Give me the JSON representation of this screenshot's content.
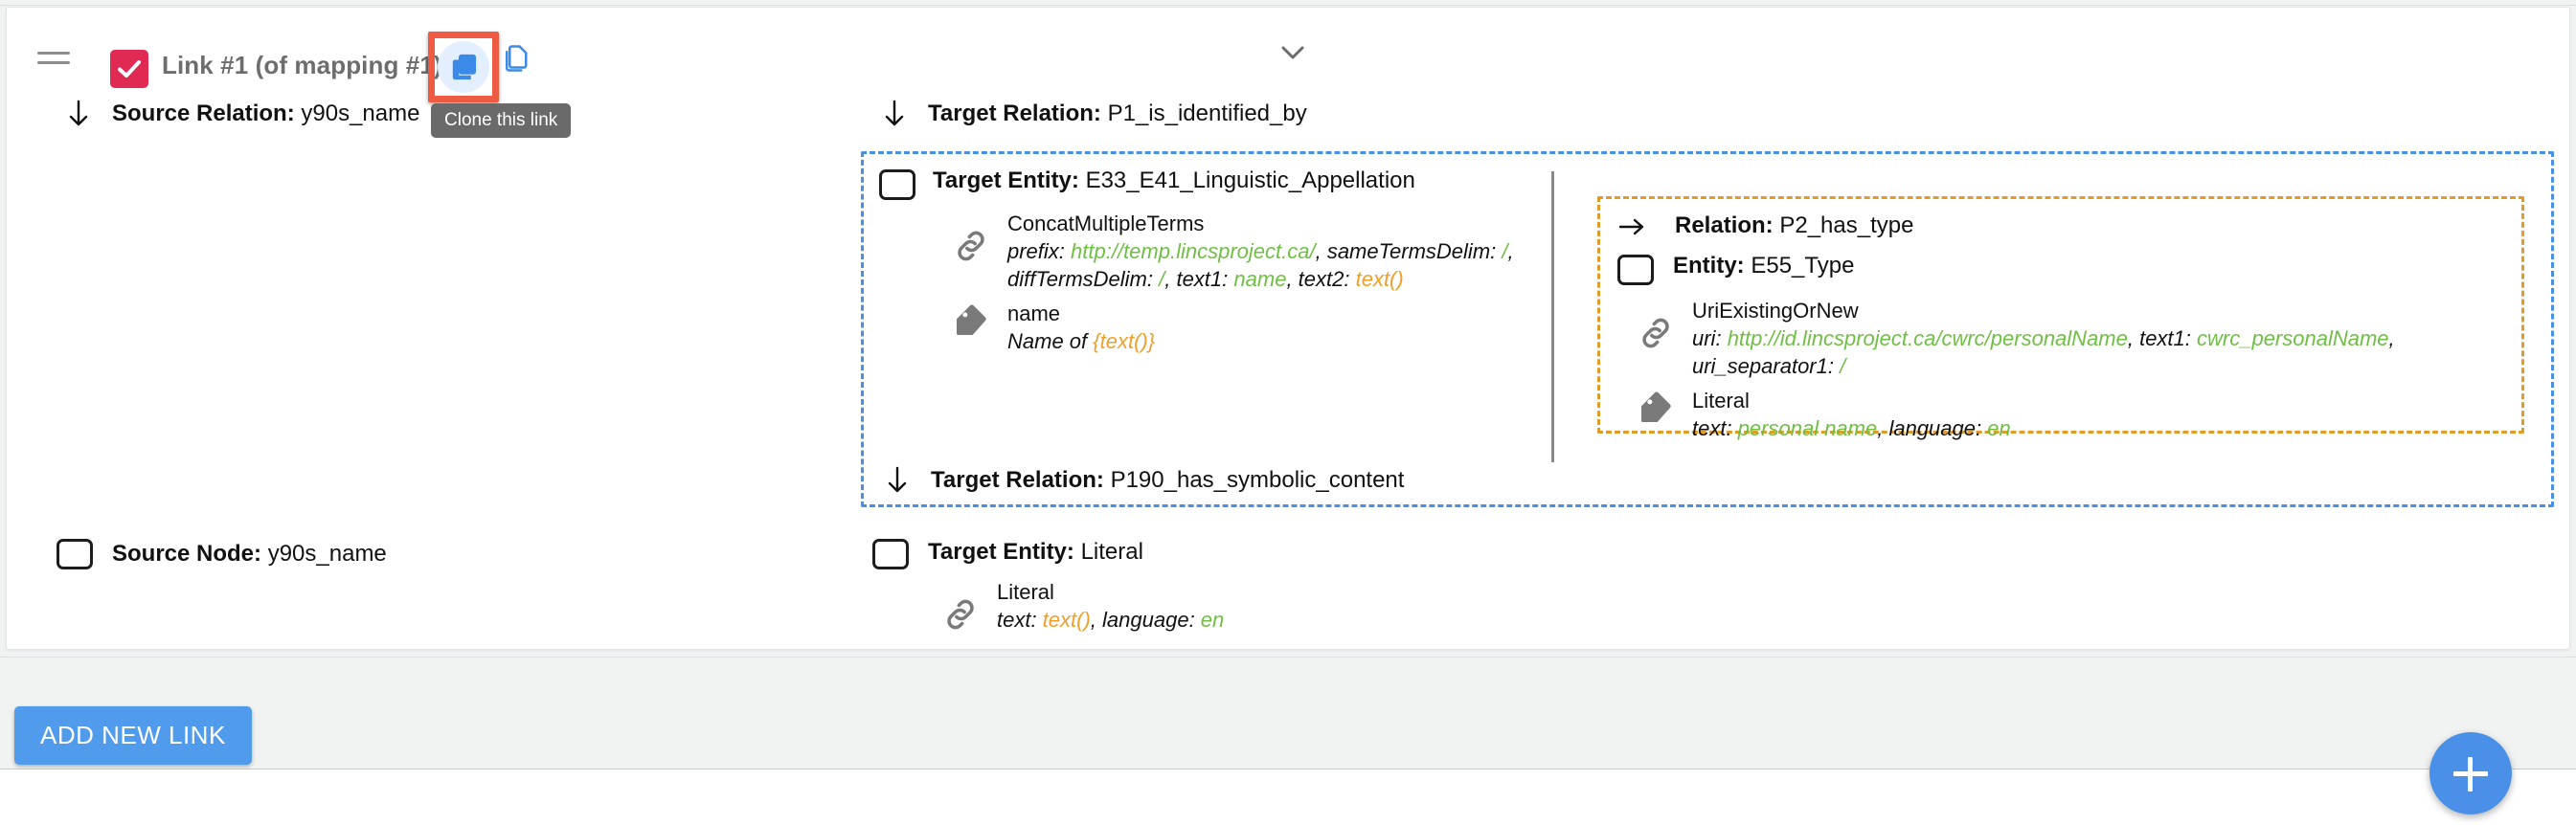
{
  "header": {
    "drag_handle_icon": "drag-handle-icon",
    "checkbox_state": "checked",
    "title": "Link #1 (of mapping #1)",
    "clone_icon": "copy-filled-icon",
    "duplicate_icon": "copy-outline-icon",
    "tooltip": "Clone this link",
    "collapse_icon": "chevron-down-icon",
    "highlight_color": "#ef5b42",
    "checkbox_color": "#e12a53"
  },
  "source_relation": {
    "icon": "arrow-down-icon",
    "label": "Source Relation:",
    "value": "y90s_name"
  },
  "target_relation_1": {
    "icon": "arrow-down-icon",
    "label": "Target Relation:",
    "value": "P1_is_identified_by"
  },
  "target_entity_1": {
    "checkbox_state": "unchecked",
    "label": "Target Entity:",
    "value": "E33_E41_Linguistic_Appellation",
    "details": [
      {
        "icon": "link-icon",
        "head": "ConcatMultipleTerms",
        "args": [
          {
            "key": "prefix: ",
            "val": "http://temp.lincsproject.ca/",
            "color": "green"
          },
          {
            "key": ", sameTermsDelim: ",
            "val": "/",
            "color": "green"
          },
          {
            "key": ", diffTermsDelim: ",
            "val": "/",
            "color": "green"
          },
          {
            "key": ", text1: ",
            "val": "name",
            "color": "green"
          },
          {
            "key": ", text2: ",
            "val": "text()",
            "color": "orange"
          }
        ]
      },
      {
        "icon": "tag-icon",
        "head": "name",
        "args": [
          {
            "key": "Name of ",
            "val": "{text()}",
            "color": "orange"
          }
        ]
      }
    ]
  },
  "nested_relation": {
    "icon": "arrow-right-icon",
    "label": "Relation:",
    "value": "P2_has_type"
  },
  "nested_entity": {
    "checkbox_state": "unchecked",
    "label": "Entity:",
    "value": "E55_Type",
    "details": [
      {
        "icon": "link-icon",
        "head": "UriExistingOrNew",
        "args": [
          {
            "key": "uri: ",
            "val": "http://id.lincsproject.ca/cwrc/personalName",
            "color": "green"
          },
          {
            "key": ", text1: ",
            "val": "cwrc_personalName",
            "color": "green"
          },
          {
            "key": ", uri_separator1: ",
            "val": "/",
            "color": "green"
          }
        ]
      },
      {
        "icon": "tag-icon",
        "head": "Literal",
        "args": [
          {
            "key": "text: ",
            "val": "personal name",
            "color": "green"
          },
          {
            "key": ", language: ",
            "val": "en",
            "color": "green"
          }
        ]
      }
    ]
  },
  "target_relation_2": {
    "icon": "arrow-down-icon",
    "label": "Target Relation:",
    "value": "P190_has_symbolic_content"
  },
  "source_node": {
    "checkbox_state": "unchecked",
    "label": "Source Node:",
    "value": "y90s_name"
  },
  "target_entity_2": {
    "checkbox_state": "unchecked",
    "label": "Target Entity:",
    "value": "Literal",
    "details": [
      {
        "icon": "link-icon",
        "head": "Literal",
        "args": [
          {
            "key": "text: ",
            "val": "text()",
            "color": "orange"
          },
          {
            "key": ", language: ",
            "val": "en",
            "color": "green"
          }
        ]
      }
    ]
  },
  "footer": {
    "add_new_link_label": "ADD NEW LINK",
    "fab_icon": "plus-icon",
    "button_color": "#519bec"
  },
  "colors": {
    "blue_dashed": "#4a90e2",
    "orange_dashed": "#e09b28",
    "green_value": "#6fbf45",
    "orange_value": "#f0a02a"
  }
}
